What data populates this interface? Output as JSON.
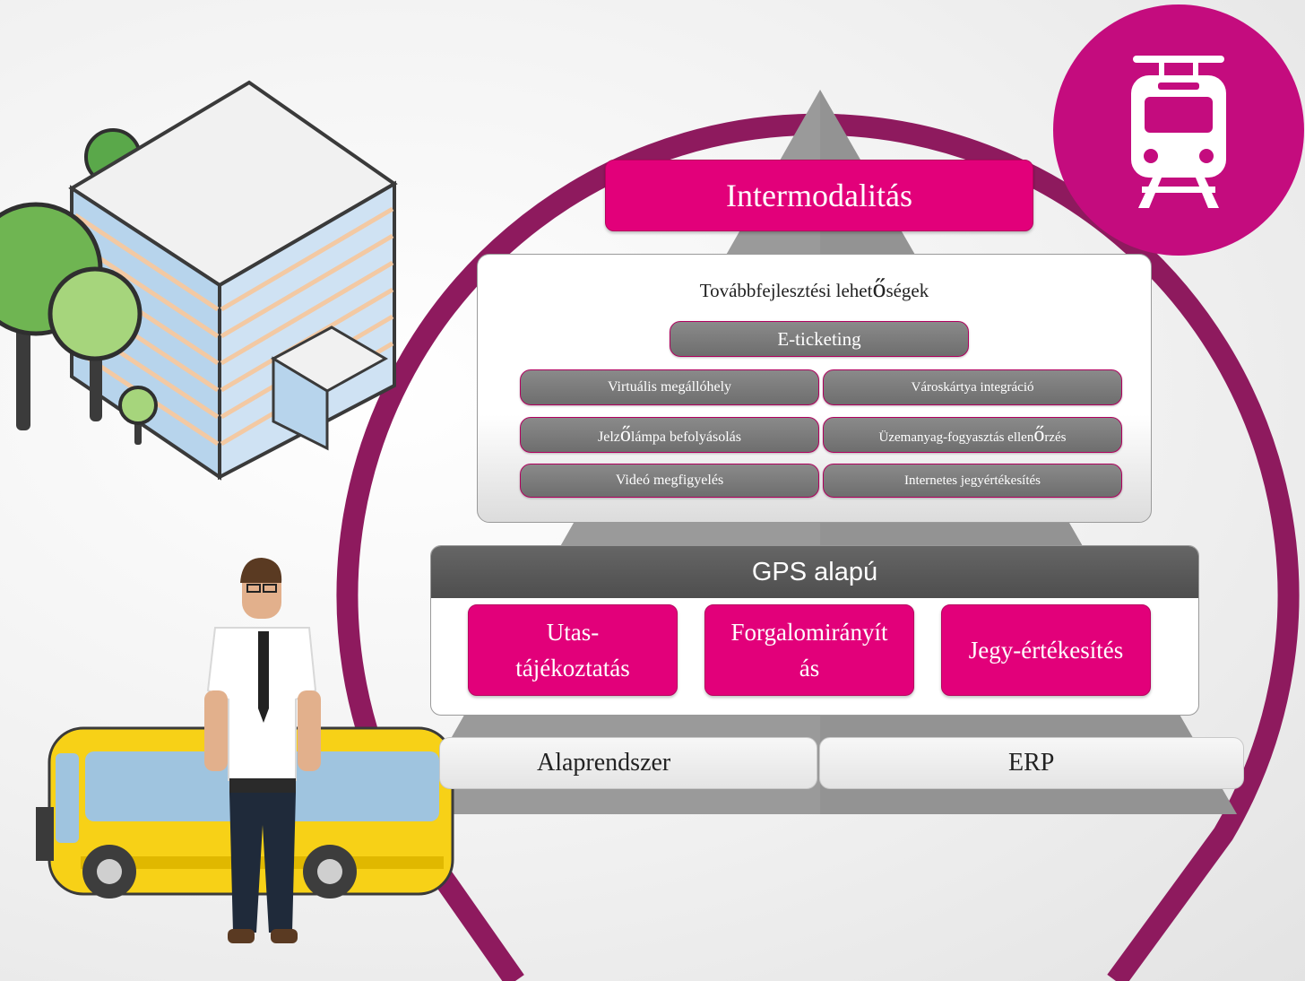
{
  "pyramid": {
    "top": "Intermodalitás",
    "panel": {
      "title_prefix": "Továbbfejlesztési lehet",
      "title_glyph": "ő",
      "title_suffix": "ségek",
      "items": {
        "eticketing": "E-ticketing",
        "virtualis": "Virtuális megállóhely",
        "varoskartya": "Városkártya integráció",
        "jelzo_prefix": "Jelz",
        "jelzo_glyph": "ő",
        "jelzo_suffix": "lámpa befolyásolás",
        "uzemanyag_prefix": "Üzemanyag-fogyasztás ellen",
        "uzemanyag_glyph": "ő",
        "uzemanyag_suffix": "rzés",
        "video": "Videó megfigyelés",
        "internetes": "Internetes jegyértékesítés"
      }
    },
    "gps": {
      "header": "GPS alapú",
      "boxes": {
        "utas_line1": "Utas-",
        "utas_line2": "tájékoztatás",
        "forgalom_line1": "Forgalomirányít",
        "forgalom_line2": "ás",
        "jegy": "Jegy-értékesítés"
      }
    },
    "base": {
      "left": "Alaprendszer",
      "right": "ERP"
    }
  },
  "colors": {
    "accent_pink": "#e2007a",
    "ring_purple": "#8e1a5e",
    "pill_gray": "#7a7a7a",
    "header_dark": "#555555"
  },
  "icons": [
    "tram-icon",
    "office-building-illustration",
    "trees-illustration",
    "bus-illustration",
    "man-illustration"
  ]
}
